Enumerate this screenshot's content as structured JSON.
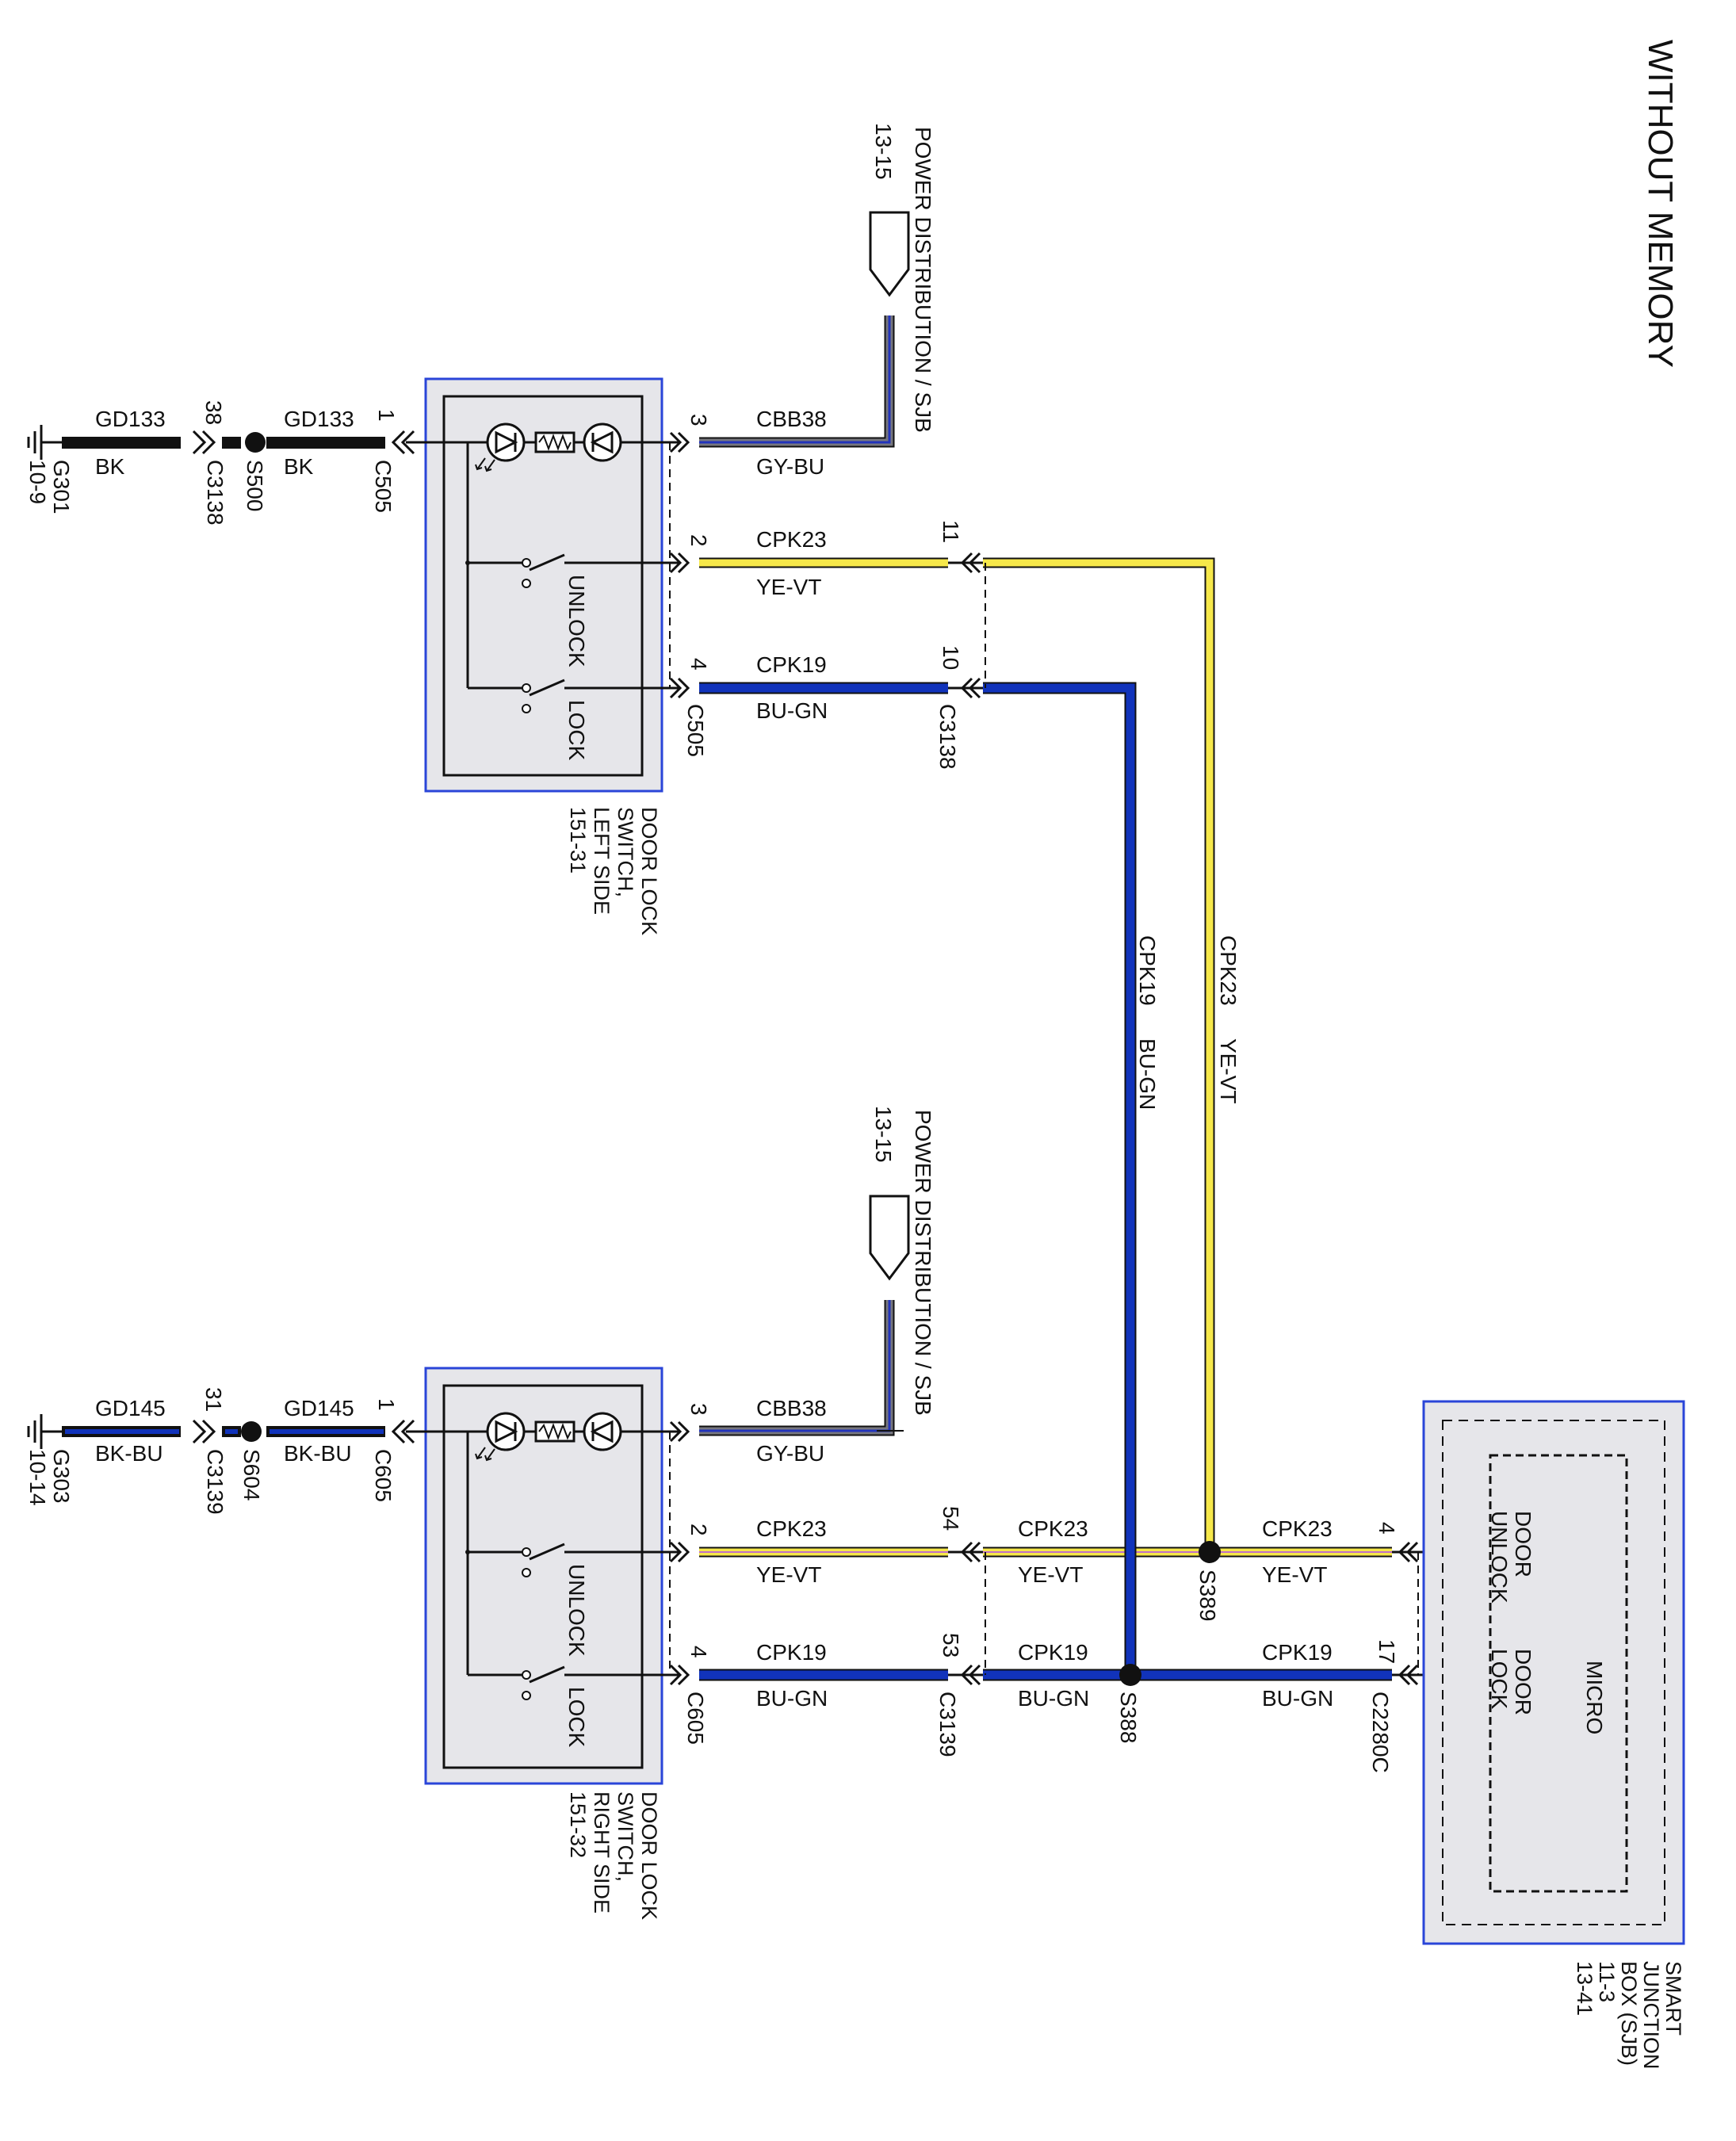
{
  "title": "WITHOUT MEMORY",
  "colors": {
    "black": "#111111",
    "blue": "#1133bb",
    "yellow": "#f6e84a",
    "gray": "#77777f",
    "box_border": "#2a45d8",
    "box_fill": "#e6e6ea"
  },
  "power_distribution": [
    {
      "label": "POWER DISTRIBUTION / SJB",
      "ref": "13-15"
    },
    {
      "label": "POWER DISTRIBUTION / SJB",
      "ref": "13-15"
    }
  ],
  "switch_left": {
    "name_lines": [
      "DOOR LOCK",
      "SWITCH,",
      "LEFT SIDE",
      "151-31"
    ],
    "unlock": "UNLOCK",
    "lock": "LOCK",
    "connector": "C505",
    "pins": {
      "gnd": "1",
      "pwr": "3",
      "unlock": "2",
      "lock": "4"
    }
  },
  "switch_right": {
    "name_lines": [
      "DOOR LOCK",
      "SWITCH,",
      "RIGHT SIDE",
      "151-32"
    ],
    "unlock": "UNLOCK",
    "lock": "LOCK",
    "connector": "C605",
    "pins": {
      "gnd": "1",
      "pwr": "3",
      "unlock": "2",
      "lock": "4"
    }
  },
  "ground_left": {
    "wire": "GD133",
    "color": "BK",
    "inline_connector": "C3138",
    "inline_pin": "38",
    "splice": "S500",
    "ground": "G301",
    "ground_ref": "10-9"
  },
  "ground_right": {
    "wire": "GD145",
    "color": "BK-BU",
    "inline_connector": "C3139",
    "inline_pin": "31",
    "splice": "S604",
    "ground": "G303",
    "ground_ref": "10-14"
  },
  "power_wire": {
    "circuit": "CBB38",
    "color": "GY-BU"
  },
  "unlock_wire": {
    "circuit": "CPK23",
    "color": "YE-VT"
  },
  "lock_wire": {
    "circuit": "CPK19",
    "color": "BU-GN"
  },
  "inline_left": {
    "connector": "C3138",
    "unlock_pin": "11",
    "lock_pin": "10"
  },
  "inline_right": {
    "connector": "C3139",
    "unlock_pin": "54",
    "lock_pin": "53"
  },
  "splices": {
    "unlock": "S389",
    "lock": "S388"
  },
  "sjb": {
    "name_lines": [
      "SMART",
      "JUNCTION",
      "BOX (SJB)",
      "11-3",
      "13-41"
    ],
    "micro": "MICRO",
    "door_unlock_lines": [
      "DOOR",
      "UNLOCK"
    ],
    "door_lock_lines": [
      "DOOR",
      "LOCK"
    ],
    "connector": "C2280C",
    "unlock_pin": "4",
    "lock_pin": "17"
  }
}
